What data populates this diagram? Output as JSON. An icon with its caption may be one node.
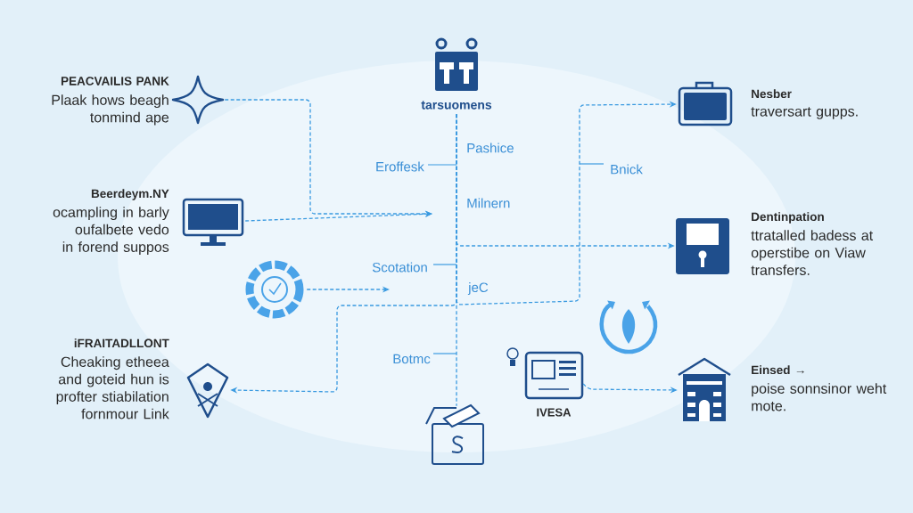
{
  "diagram": {
    "nodes": [
      {
        "text": [],
        "shape": "picture",
        "beside": [
          "PEACVAILIS PANK",
          "Plaak hows beagh tonmind ape"
        ]
      },
      {
        "text": [],
        "shape": "picture",
        "beside": [
          "Beerdeym.NY",
          "ocampling in barly oufalbete vedo in forend suppos"
        ]
      },
      {
        "text": [],
        "shape": "picture"
      },
      {
        "text": [],
        "shape": "picture",
        "beside": [
          "iFRAITADLLONT",
          "Cheaking etheea and goteid hun is profter stiabilation fornmour Link"
        ]
      },
      {
        "text": [
          "tarsuomens"
        ]
      },
      {
        "text": [],
        "shape": "picture"
      },
      {
        "text": [
          "IVESA"
        ]
      },
      {
        "text": [],
        "shape": "picture",
        "beside": [
          "Nesber",
          "traversart gupps."
        ]
      },
      {
        "text": [],
        "shape": "picture",
        "beside": [
          "Dentinpation",
          "ttratalled badess at operstibe on Viaw transfers."
        ]
      },
      {
        "text": [],
        "shape": "picture"
      },
      {
        "text": [],
        "shape": "picture",
        "beside": [
          "Einsed →",
          "poise sonnsinor weht mote."
        ]
      }
    ],
    "edges": [
      {
        "from": 0,
        "to": null,
        "arrow": "to",
        "style": "dashed"
      },
      {
        "from": 1,
        "to": null,
        "arrow": "to",
        "style": "dashed"
      },
      {
        "from": 2,
        "to": null,
        "arrow": "to",
        "style": "dashed"
      },
      {
        "from": 4,
        "to": 5,
        "arrow": "none",
        "style": "dashed"
      },
      {
        "from": 4,
        "to": 8,
        "arrow": "to",
        "style": "dashed"
      },
      {
        "from": 4,
        "to": 7,
        "arrow": "to",
        "style": "dashed"
      },
      {
        "from": 4,
        "to": 3,
        "arrow": "to",
        "style": "dashed"
      },
      {
        "from": 6,
        "to": 10,
        "arrow": "to",
        "style": "dashed"
      }
    ],
    "labels": [
      "Pashice",
      "Eroffesk",
      "Bnick",
      "Milnern",
      "Scotation",
      "jeC",
      "Botmc"
    ]
  }
}
